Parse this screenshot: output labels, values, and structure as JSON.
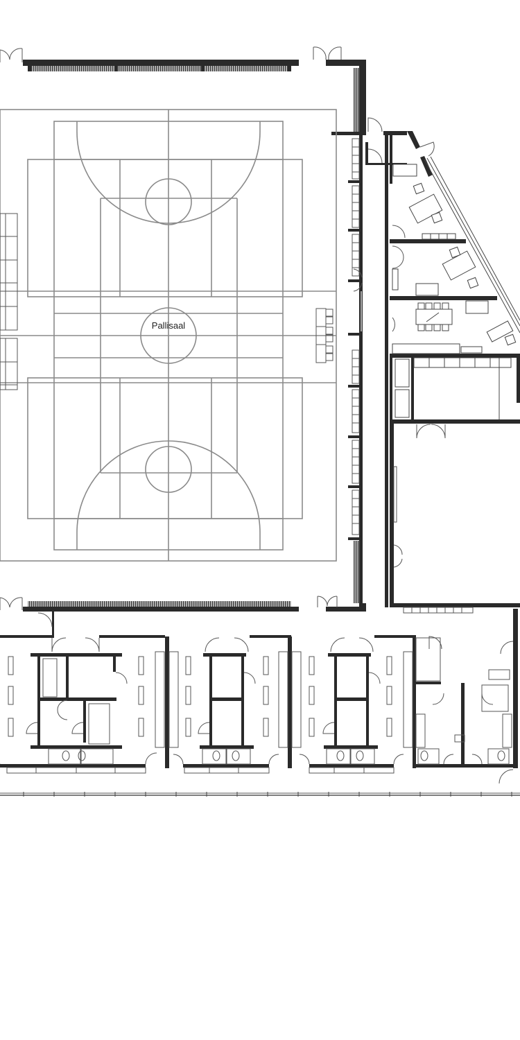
{
  "drawing": {
    "type": "architectural floor plan",
    "labels": {
      "sports_hall": "Pallisaal"
    },
    "colors": {
      "walls": "#2a2a2a",
      "court_lines": "#8a8a8a",
      "background": "#ffffff"
    },
    "court": {
      "marking_sets": 2,
      "center_circle": true,
      "three_point_arcs": 2
    },
    "areas": [
      {
        "id": "sports-hall",
        "name": "Pallisaal"
      },
      {
        "id": "office-wing",
        "rooms": 3
      },
      {
        "id": "multipurpose-room"
      },
      {
        "id": "locker-rooms",
        "count": 4
      },
      {
        "id": "corridor"
      }
    ]
  }
}
